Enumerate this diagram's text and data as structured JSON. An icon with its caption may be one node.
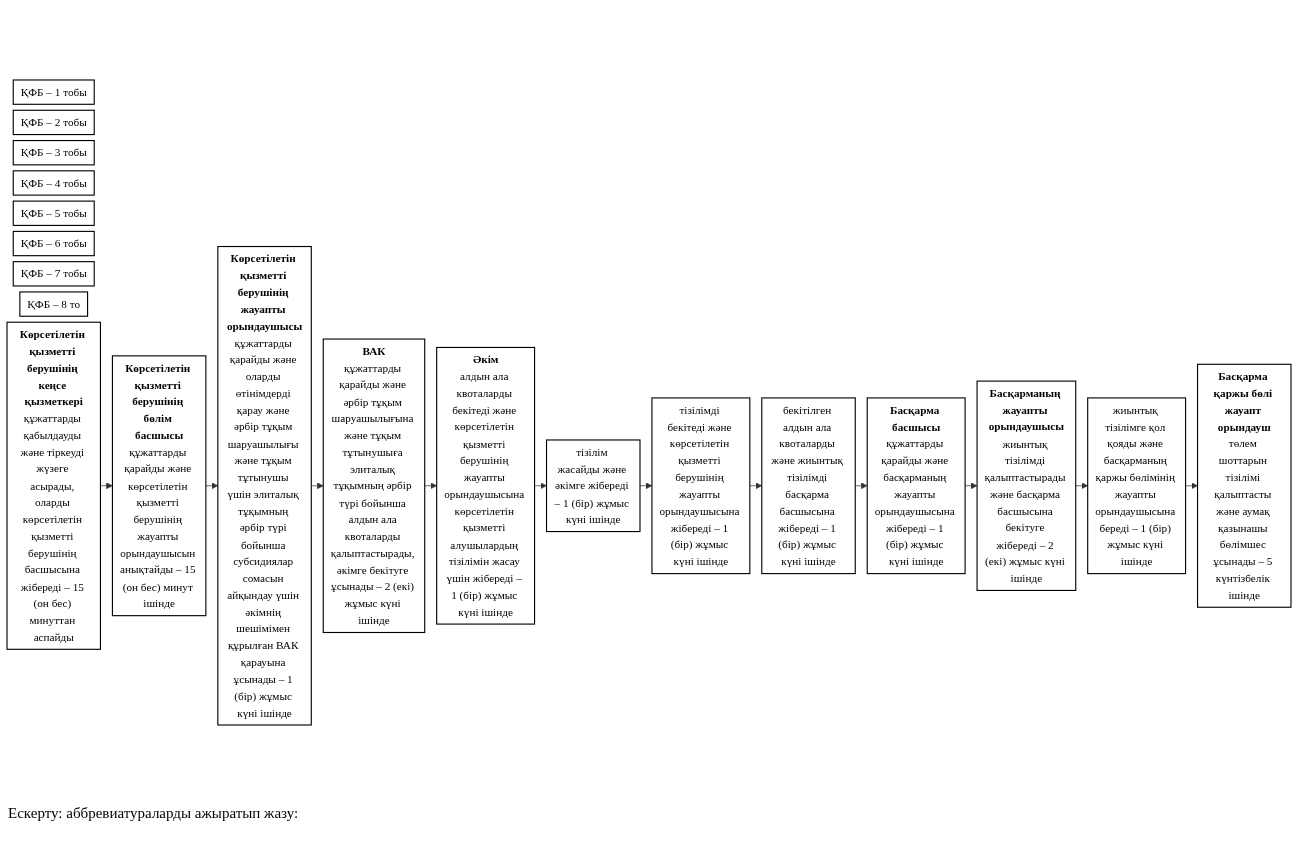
{
  "diagram": {
    "nodes": [
      {
        "text": [
          "ҚФБ – 1 тобы"
        ]
      },
      {
        "text": [
          "ҚФБ – 2 тобы"
        ]
      },
      {
        "text": [
          "ҚФБ – 3 тобы"
        ]
      },
      {
        "text": [
          "ҚФБ – 4 тобы"
        ]
      },
      {
        "text": [
          "ҚФБ – 5 тобы"
        ]
      },
      {
        "text": [
          "ҚФБ – 6 тобы"
        ]
      },
      {
        "text": [
          "ҚФБ – 7 тобы"
        ]
      },
      {
        "text": [
          "ҚФБ – 8 то"
        ]
      },
      {
        "text": [
          "Көрсетілетін қызметті берушінің кеңсе қызметкері",
          "құжаттарды қабылдауды және тіркеуді жүзеге асырады, оларды көрсетілетін қызметті берушінің басшысына жібереді – 15 (он бес) минуттан аспайды"
        ]
      },
      {
        "text": [
          "Көрсетілетін қызметті берушінің бөлім басшысы",
          "құжаттарды қарайды және көрсетілетін қызметті берушінің жауапты орындаушысын анықтайды – 15 (он бес) минут ішінде"
        ]
      },
      {
        "text": [
          "Көрсетілетін қызметті берушінің жауапты орындаушысы",
          "құжаттарды қарайды және оларды өтінімдерді қарау және әрбір тұқым шаруашылығы және тұқым тұтынушы үшін элиталық тұқымның әрбір түрі бойынша субсидиялар сомасын айқындау үшін әкімнің шешімімен құрылған ВАК қарауына ұсынады – 1 (бір) жұмыс күні ішінде"
        ]
      },
      {
        "text": [
          "ВАК",
          "құжаттарды қарайды және әрбір тұқым шаруашылығына және тұқым тұтынушыға элиталық тұқымның әрбір түрі бойынша алдын ала квоталарды қалыптастырады, әкімге бекітуге ұсынады – 2 (екі) жұмыс күні ішінде"
        ]
      },
      {
        "text": [
          "Әкім",
          "алдын ала квоталарды бекітеді және көрсетілетін қызметті берушінің жауапты орындаушысына көрсетілетін қызметті алушылардың тізілімін жасау үшін жібереді – 1 (бір) жұмыс күні ішінде"
        ]
      },
      {
        "text": [
          "Басқарма басшысы",
          "құжаттарды қарайды және басқарманың жауапты орындаушысына жібереді – 1 (бір) жұмыс күні ішінде"
        ]
      },
      {
        "text": [
          "Басқарманың жауапты орындаушысы",
          "жиынтық тізілімді қалыптастырады және басқарма басшысына бекітуге жібереді – 2 (екі) жұмыс күні ішінде"
        ]
      },
      {
        "text": [
          "Басқарма қаржы бөлі жауапт орындауш",
          "төлем шоттарын тізілімі қалыптасты және аумақ қазынашы бөлімшес ұсынады – 5 күнтізбелік ішінде"
        ]
      },
      {
        "text": [
          "тізілім жасайды және әкімге жібереді – 1 (бір) жұмыс күні ішінде"
        ]
      },
      {
        "text": [
          "бекітілген алдын ала квоталарды және жиынтық тізілімді басқарма басшысына жібереді – 1 (бір) жұмыс күні ішінде"
        ]
      },
      {
        "text": [
          "тізілімді бекітеді және көрсетілетін қызметті берушінің жауапты орындаушысына жібереді – 1 (бір) жұмыс күні ішінде"
        ]
      },
      {
        "text": [
          "жиынтық тізілімге қол қояды және басқарманың қаржы бөлімінің жауапты орындаушысына береді – 1 (бір) жұмыс күні ішінде"
        ]
      }
    ],
    "edges": [
      {
        "from": 8,
        "to": 9,
        "arrow": "to"
      },
      {
        "from": 9,
        "to": 10,
        "arrow": "to"
      },
      {
        "from": 10,
        "to": 11,
        "arrow": "to"
      },
      {
        "from": 11,
        "to": 12,
        "arrow": "to"
      },
      {
        "from": 12,
        "to": 16,
        "arrow": "to"
      },
      {
        "from": 16,
        "to": 18,
        "arrow": "to"
      },
      {
        "from": 18,
        "to": 17,
        "arrow": "to"
      },
      {
        "from": 17,
        "to": 13,
        "arrow": "to"
      },
      {
        "from": 13,
        "to": 14,
        "arrow": "to"
      },
      {
        "from": 14,
        "to": 19,
        "arrow": "to"
      },
      {
        "from": 19,
        "to": 15,
        "arrow": "to"
      }
    ],
    "labels": [
      "Ескерту: аббревиатураларды ажыратып жазу:"
    ]
  }
}
